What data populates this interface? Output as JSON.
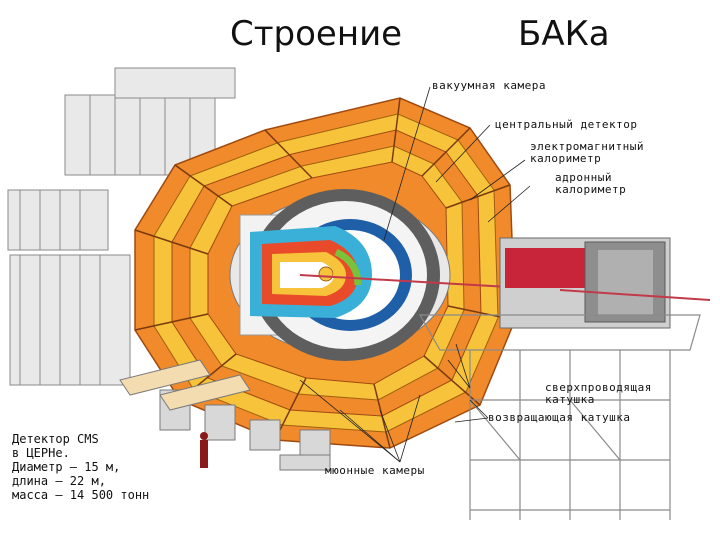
{
  "title": {
    "left": "Строение",
    "right": "БАКа"
  },
  "labels": {
    "vacuum": "вакуумная камера",
    "central": "центральный детектор",
    "em1": "электромагнитный",
    "em2": "калориметр",
    "had1": "адронный",
    "had2": "калориметр",
    "sc1": "сверхпроводящая",
    "sc2": "катушка",
    "return_coil": "возвращающая катушка",
    "muon": "мюонные камеры"
  },
  "info": {
    "line1": "Детектор CMS",
    "line2": "в ЦЕРНе.",
    "line3": "Диаметр — 15 м,",
    "line4": "длина — 22 м,",
    "line5": "масса — 14 500 тонн"
  }
}
